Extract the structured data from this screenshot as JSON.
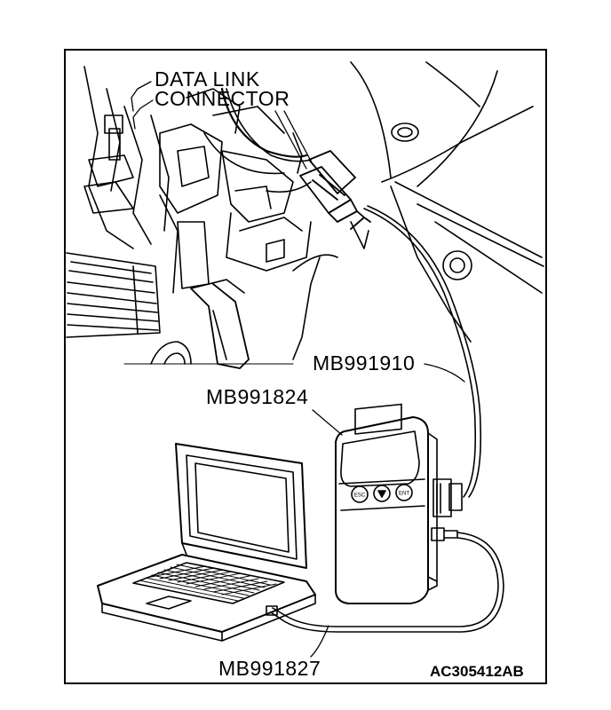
{
  "labels": {
    "data_link_connector_line1": "DATA LINK",
    "data_link_connector_line2": "CONNECTOR",
    "cable_mb991910": "MB991910",
    "interface_mb991824": "MB991824",
    "cable_mb991827": "MB991827"
  },
  "figure_code": "AC305412AB",
  "device_buttons": {
    "left": "ESC",
    "right": "ENT"
  }
}
